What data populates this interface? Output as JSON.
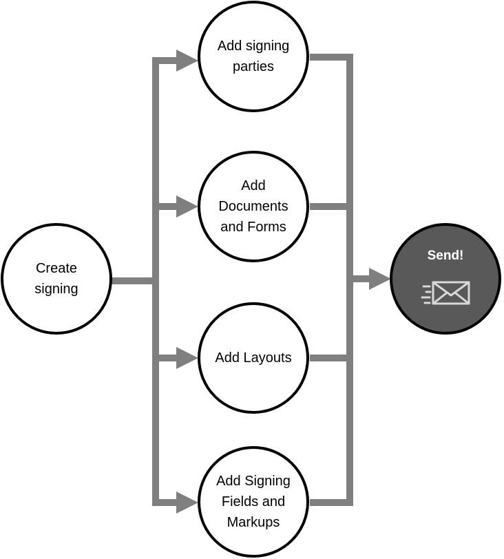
{
  "nodes": {
    "create": "Create\nsigning",
    "parties": "Add signing\nparties",
    "documents": "Add\nDocuments\nand Forms",
    "layouts": "Add Layouts",
    "fields": "Add Signing\nFields and\nMarkups",
    "send": "Send!"
  },
  "colors": {
    "connector": "#7f7f7f",
    "node_border": "#000000",
    "send_fill": "#595959",
    "icon": "#d9d9d9"
  },
  "icons": {
    "send": "envelope-with-speed-lines-icon"
  }
}
